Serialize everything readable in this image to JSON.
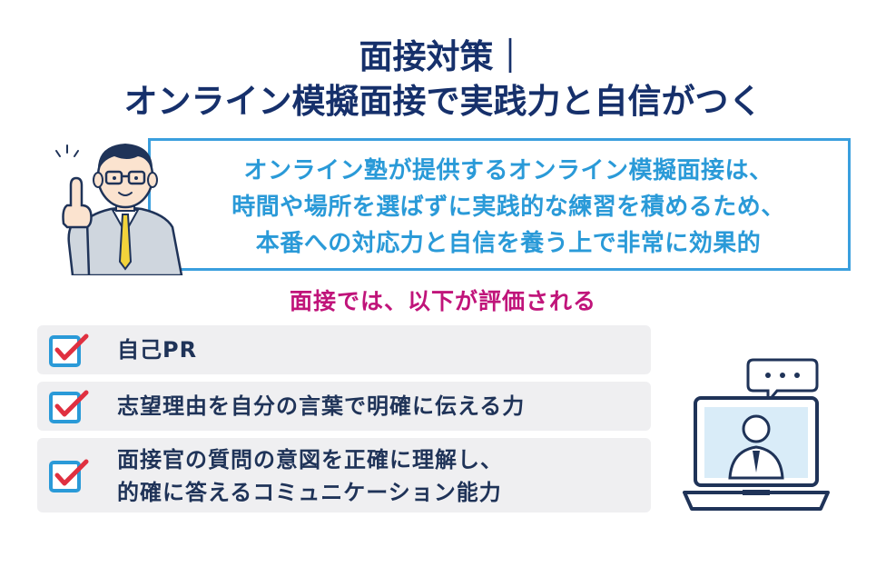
{
  "title": {
    "line1": "面接対策｜",
    "line2": "オンライン模擬面接で実践力と自信がつく"
  },
  "intro": {
    "text": "オンライン塾が提供するオンライン模擬面接は、\n時間や場所を選ばずに実践的な練習を積めるため、\n本番への対応力と自信を養う上で非常に効果的"
  },
  "evaluation": {
    "heading": "面接では、以下が評価される",
    "items": [
      {
        "label": "自己PR"
      },
      {
        "label": "志望理由を自分の言葉で明確に伝える力"
      },
      {
        "label": "面接官の質問の意図を正確に理解し、\n的確に答えるコミュニケーション能力"
      }
    ]
  },
  "colors": {
    "title": "#16306b",
    "accent_blue": "#2a9ad8",
    "box_border": "#3a9fde",
    "heading_magenta": "#c0147a",
    "check_red": "#e03040",
    "item_bg": "#efeff1",
    "icon_navy": "#1f3358"
  },
  "icons": {
    "person": "businessman-pointing-icon",
    "check": "checked-box-icon",
    "laptop": "video-call-laptop-icon"
  }
}
